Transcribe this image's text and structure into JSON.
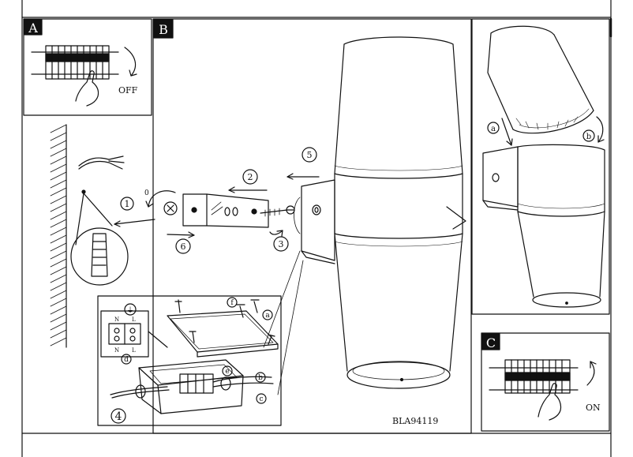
{
  "panels": {
    "a": {
      "letter": "A",
      "switch_label": "OFF"
    },
    "b": {
      "letter": "B"
    },
    "c": {
      "letter": "C",
      "switch_label": "ON"
    }
  },
  "steps": [
    "1",
    "2",
    "3",
    "4",
    "5",
    "6"
  ],
  "sub_labels": [
    "a",
    "b",
    "c",
    "d",
    "e",
    "f"
  ],
  "detail_labels": {
    "a": "a",
    "b": "b"
  },
  "terminal_labels": [
    "N",
    "L",
    "N",
    "L"
  ],
  "small_marks": {
    "zero": "0",
    "earth": "⏚"
  },
  "model_code": "BLA94119"
}
